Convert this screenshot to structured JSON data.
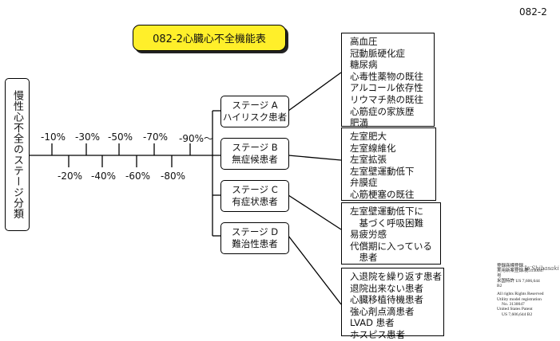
{
  "page_number": "082-2",
  "title": "082-2心臓心不全機能表",
  "vertical_label": "慢性心不全のステージ分類",
  "percent_top": [
    "-10%",
    "-30%",
    "-50%",
    "-70%",
    "-90%〜"
  ],
  "percent_bottom": [
    "-20%",
    "-40%",
    "-60%",
    "-80%"
  ],
  "stages": [
    {
      "line1": "ステージ A",
      "line2": "ハイリスク患者"
    },
    {
      "line1": "ステージ B",
      "line2": "無症候患者"
    },
    {
      "line1": "ステージ C",
      "line2": "有症状患者"
    },
    {
      "line1": "ステージ D",
      "line2": "難治性患者"
    }
  ],
  "lists": [
    [
      "高血圧",
      "冠動脈硬化症",
      "糖尿病",
      "心毒性薬物の既往",
      "アルコール依存性",
      "リウマチ熱の既往",
      "心筋症の家族歴",
      "肥満"
    ],
    [
      "左室肥大",
      "左室線維化",
      "左室拡張",
      "左室壁運動低下",
      "弁膜症",
      "心筋梗塞の既往"
    ],
    [
      "左室壁運動低下に",
      "　基づく呼吸困難",
      "易疲労感",
      "代償期に入っている",
      "　患者"
    ],
    [
      "入退院を繰り返す患者",
      "退院出来ない患者",
      "心臓移植待機患者",
      "強心剤点滴患者",
      "LVAD 患者",
      "ホスピス患者"
    ]
  ],
  "stamp": {
    "signature": "Jo Shibasaki",
    "lines_jp": [
      "登録商標登録……",
      "実用新案登録 第3130047号",
      "米国特許 US 7,606,644 B2"
    ],
    "lines_en": [
      "All rights Rights Reserved",
      "Utility model registration",
      "No. 3130047",
      "United States Patent",
      "US 7,606,644 B2"
    ]
  }
}
